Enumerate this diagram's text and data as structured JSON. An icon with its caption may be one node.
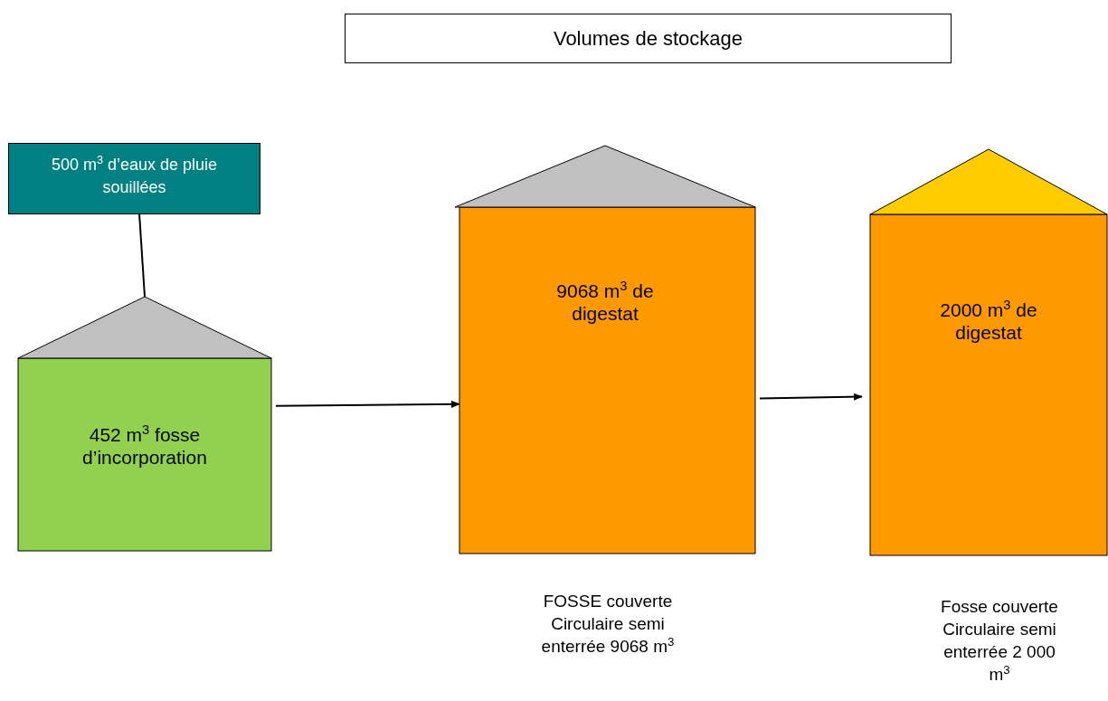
{
  "diagram": {
    "title": "Volumes de stockage",
    "nodes": [
      {
        "text": [
          "500 m$^{3}$ d’eaux de pluie souillées"
        ]
      },
      {
        "text": [
          "452 m$^{3}$ fosse d’incorporation"
        ]
      },
      {
        "text": [
          "9068 m$^{3}$ de digestat"
        ],
        "beside": [
          "FOSSE couverte Circulaire semi enterrée 9068 m$^{3}$"
        ]
      },
      {
        "text": [
          "2000 m$^{3}$ de digestat"
        ],
        "beside": [
          "Fosse couverte Circulaire semi enterrée 2 000 m$^{3}$"
        ]
      }
    ],
    "edges": [
      {
        "from": 0,
        "to": 1,
        "arrow": "none"
      },
      {
        "from": 1,
        "to": 2,
        "arrow": "to"
      },
      {
        "from": 2,
        "to": 3,
        "arrow": "to"
      }
    ]
  }
}
